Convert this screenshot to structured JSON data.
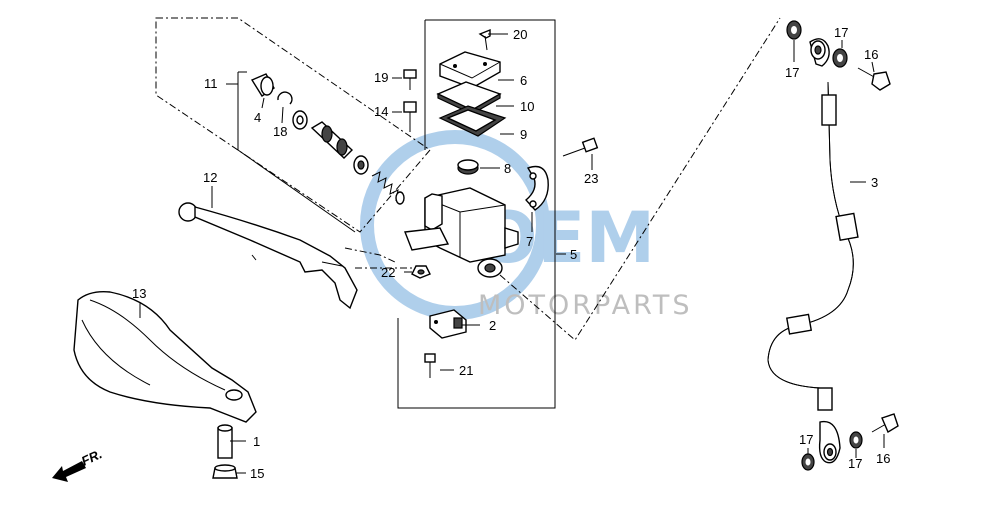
{
  "watermark": {
    "brand": "OEM",
    "sub": "MOTORPARTS",
    "color": "#6fa8dc"
  },
  "direction_label": "FR.",
  "callouts": {
    "c1": "1",
    "c2": "2",
    "c3": "3",
    "c4": "4",
    "c5": "5",
    "c6": "6",
    "c7": "7",
    "c8": "8",
    "c9": "9",
    "c10": "10",
    "c11": "11",
    "c12": "12",
    "c13": "13",
    "c14": "14",
    "c15": "15",
    "c16a": "16",
    "c16b": "16",
    "c17a": "17",
    "c17b": "17",
    "c17c": "17",
    "c17d": "17",
    "c18": "18",
    "c19": "19",
    "c20": "20",
    "c21": "21",
    "c22": "22",
    "c23": "23"
  }
}
